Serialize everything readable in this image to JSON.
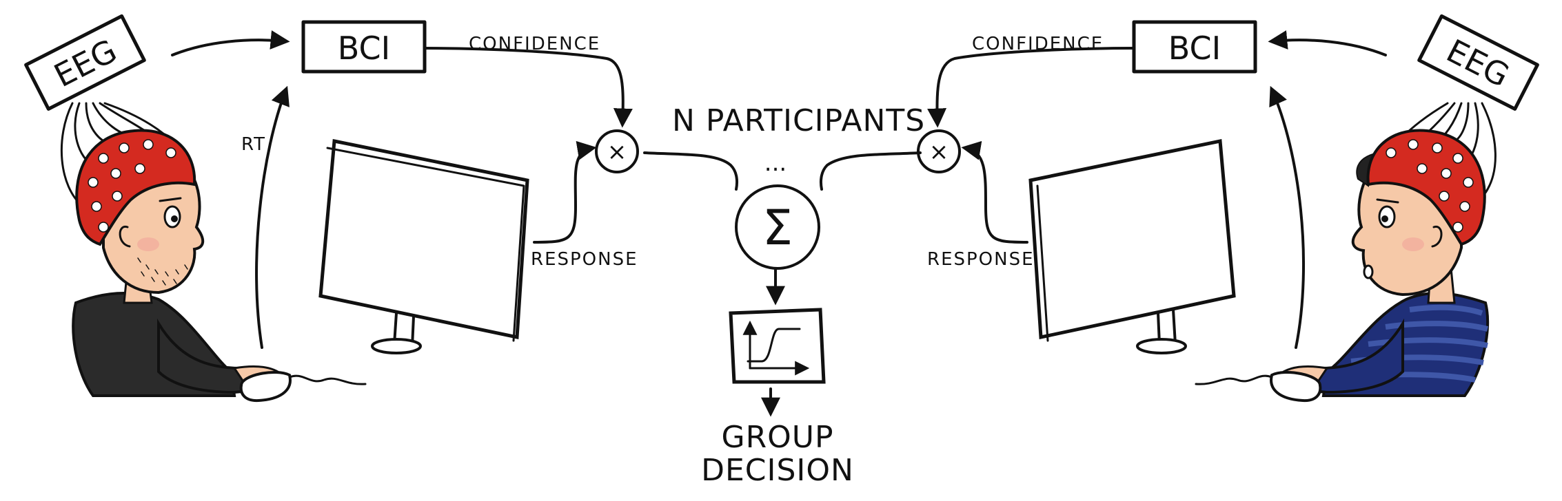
{
  "left": {
    "eeg_label": "EEG",
    "bci_label": "BCI",
    "confidence_label": "CONFIDENCE",
    "rt_label": "RT",
    "response_label": "RESPONSE",
    "multiply_symbol": "×"
  },
  "right": {
    "eeg_label": "EEG",
    "bci_label": "BCI",
    "confidence_label": "CONFIDENCE",
    "response_label": "RESPONSE",
    "multiply_symbol": "×"
  },
  "center": {
    "participants_label": "N PARTICIPANTS",
    "ellipsis": "...",
    "sum_symbol": "Σ",
    "output_label_line1": "GROUP",
    "output_label_line2": "DECISION"
  },
  "colors": {
    "cap_red": "#d42a20",
    "skin": "#f6c9a8",
    "left_shirt": "#2b2b2b",
    "right_shirt": "#1f2f78",
    "right_shirt_stripe": "#3f57a8",
    "ink": "#111111"
  }
}
